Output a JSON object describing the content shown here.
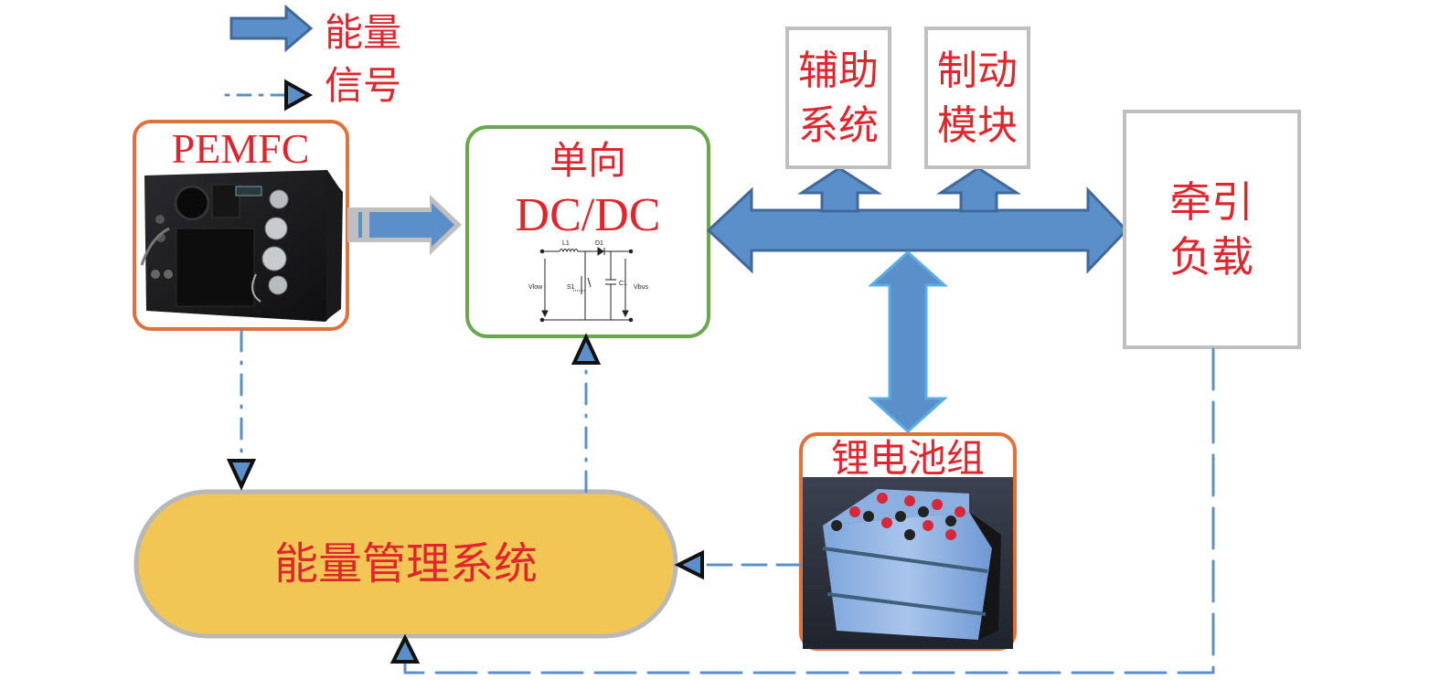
{
  "legend": {
    "energy_label": "能量",
    "signal_label": "信号"
  },
  "blocks": {
    "pemfc": {
      "label": "PEMFC",
      "image": "fuel-cell-stack-photo"
    },
    "dcdc": {
      "line1": "单向",
      "line2": "DC/DC",
      "circuit": {
        "inductor": "L1",
        "diode": "D1",
        "switch": "S1",
        "capacitor": "C1",
        "vin": "Vlow",
        "vout": "Vbus"
      }
    },
    "aux": {
      "line1": "辅助",
      "line2": "系统"
    },
    "brake": {
      "line1": "制动",
      "line2": "模块"
    },
    "traction": {
      "line1": "牵引",
      "line2": "负载"
    },
    "battery": {
      "label": "锂电池组",
      "image": "lithium-battery-pack-photo"
    },
    "ems": {
      "label": "能量管理系统"
    }
  },
  "colors": {
    "text_red": "#e0262d",
    "energy_arrow": "#5b8fc9",
    "energy_arrow_border": "#41689a",
    "signal_line": "#5b8fc9",
    "pemfc_border": "#e2703a",
    "dcdc_border": "#6aa84f",
    "load_border": "#bfbfbf",
    "ems_fill": "#f2c654",
    "ems_border": "#b8b8b8"
  }
}
